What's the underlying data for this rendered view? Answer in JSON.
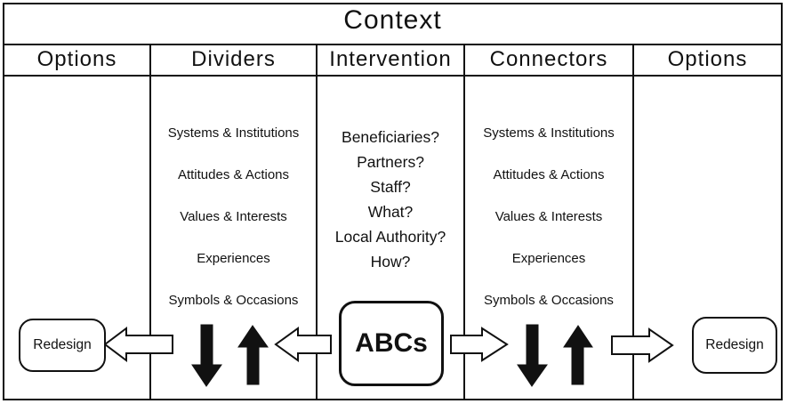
{
  "header": {
    "title": "Context"
  },
  "columns": {
    "left_options": {
      "label": "Options"
    },
    "dividers": {
      "label": "Dividers",
      "items": [
        "Systems & Institutions",
        "Attitudes & Actions",
        "Values & Interests",
        "Experiences",
        "Symbols & Occasions"
      ]
    },
    "intervention": {
      "label": "Intervention",
      "questions": [
        "Beneficiaries?",
        "Partners?",
        "Staff?",
        "What?",
        "Local Authority?",
        "How?"
      ]
    },
    "connectors": {
      "label": "Connectors",
      "items": [
        "Systems & Institutions",
        "Attitudes & Actions",
        "Values & Interests",
        "Experiences",
        "Symbols & Occasions"
      ]
    },
    "right_options": {
      "label": "Options"
    }
  },
  "boxes": {
    "left_redesign": "Redesign",
    "abcs": "ABCs",
    "right_redesign": "Redesign"
  },
  "arrows": [
    {
      "name": "arrow-abcs-to-dividers",
      "style": "outline",
      "direction": "left"
    },
    {
      "name": "arrow-dividers-to-redesign",
      "style": "outline",
      "direction": "left"
    },
    {
      "name": "arrow-abcs-to-connectors",
      "style": "outline",
      "direction": "right"
    },
    {
      "name": "arrow-connectors-to-redesign",
      "style": "outline",
      "direction": "right"
    },
    {
      "name": "dividers-down-arrow",
      "style": "solid",
      "direction": "down"
    },
    {
      "name": "dividers-up-arrow",
      "style": "solid",
      "direction": "up"
    },
    {
      "name": "connectors-down-arrow",
      "style": "solid",
      "direction": "down"
    },
    {
      "name": "connectors-up-arrow",
      "style": "solid",
      "direction": "up"
    }
  ],
  "colors": {
    "ink": "#111111",
    "background": "#ffffff"
  }
}
